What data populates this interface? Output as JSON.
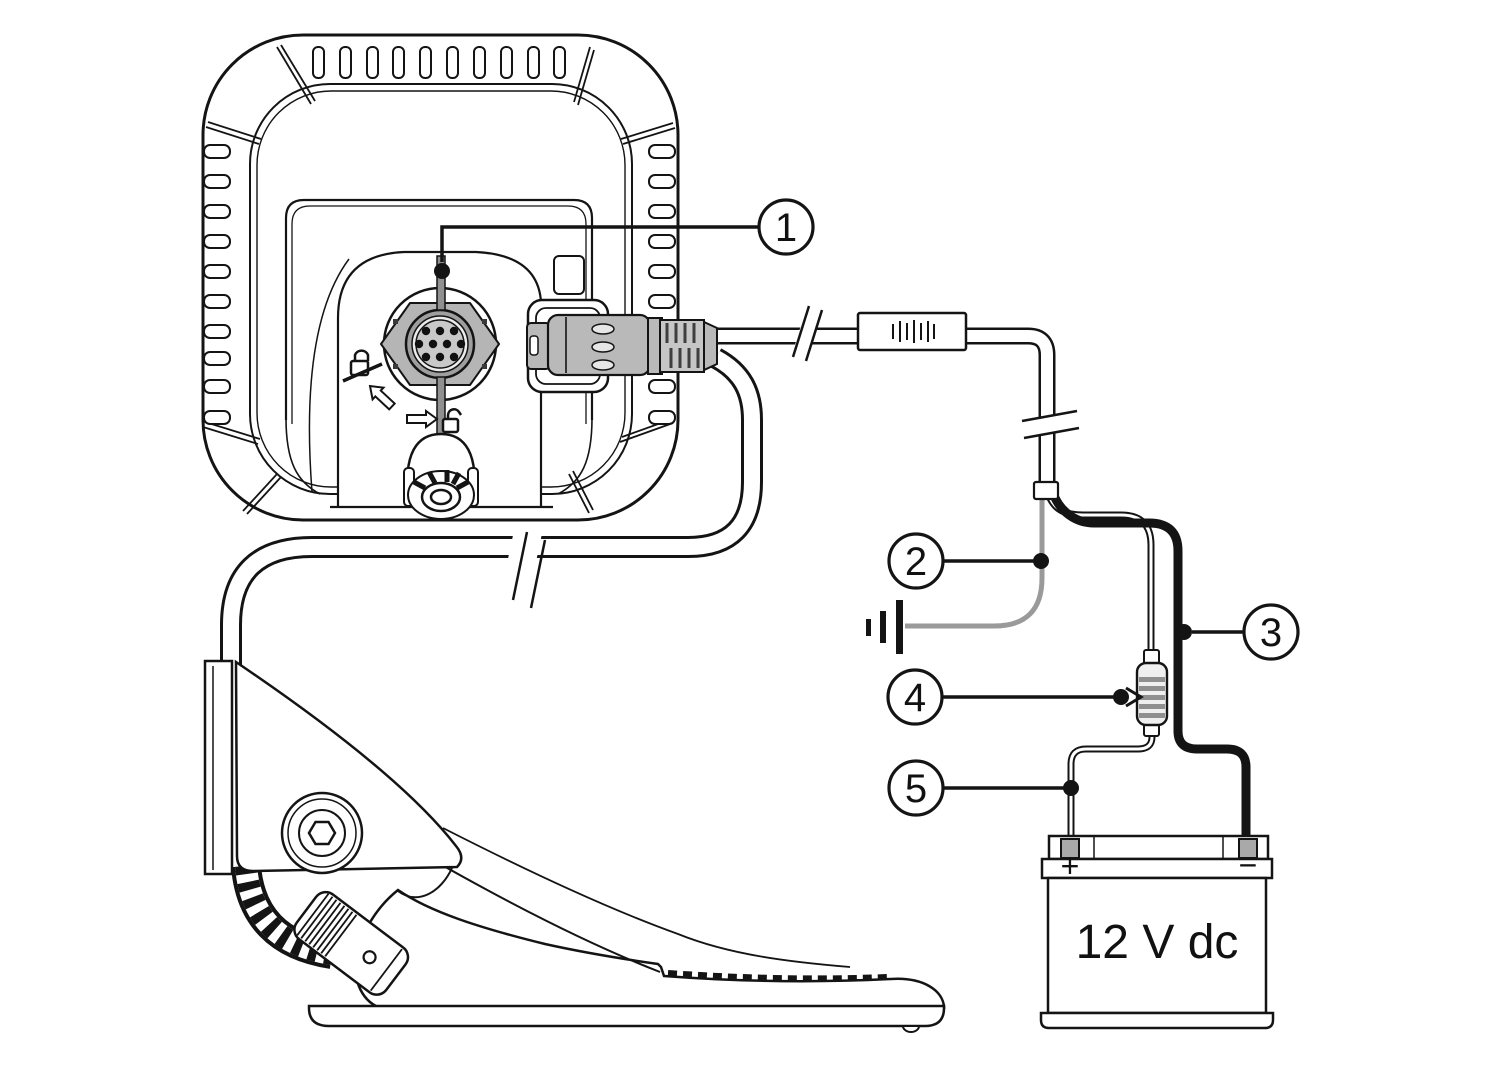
{
  "figure": {
    "type": "wiring-installation-diagram",
    "background": "#ffffff"
  },
  "colors": {
    "line": "#141414",
    "connector_gray": "#b5b5b5",
    "plug_gray": "#b9b9b9",
    "slot_gray": "#8f8f8f",
    "ground_wire_gray": "#9a9a9a",
    "terminal_gray": "#a9a9a9",
    "fuse_band_gray": "#8f8f8f"
  },
  "callouts": [
    {
      "label": "1",
      "target": "display-power-connector"
    },
    {
      "label": "2",
      "target": "ground-wire"
    },
    {
      "label": "3",
      "target": "battery-negative-wire"
    },
    {
      "label": "4",
      "target": "inline-fuse"
    },
    {
      "label": "5",
      "target": "battery-positive-wire"
    }
  ],
  "battery": {
    "voltage_label": "12 V dc",
    "positive_sign": "+",
    "negative_sign": "−"
  }
}
